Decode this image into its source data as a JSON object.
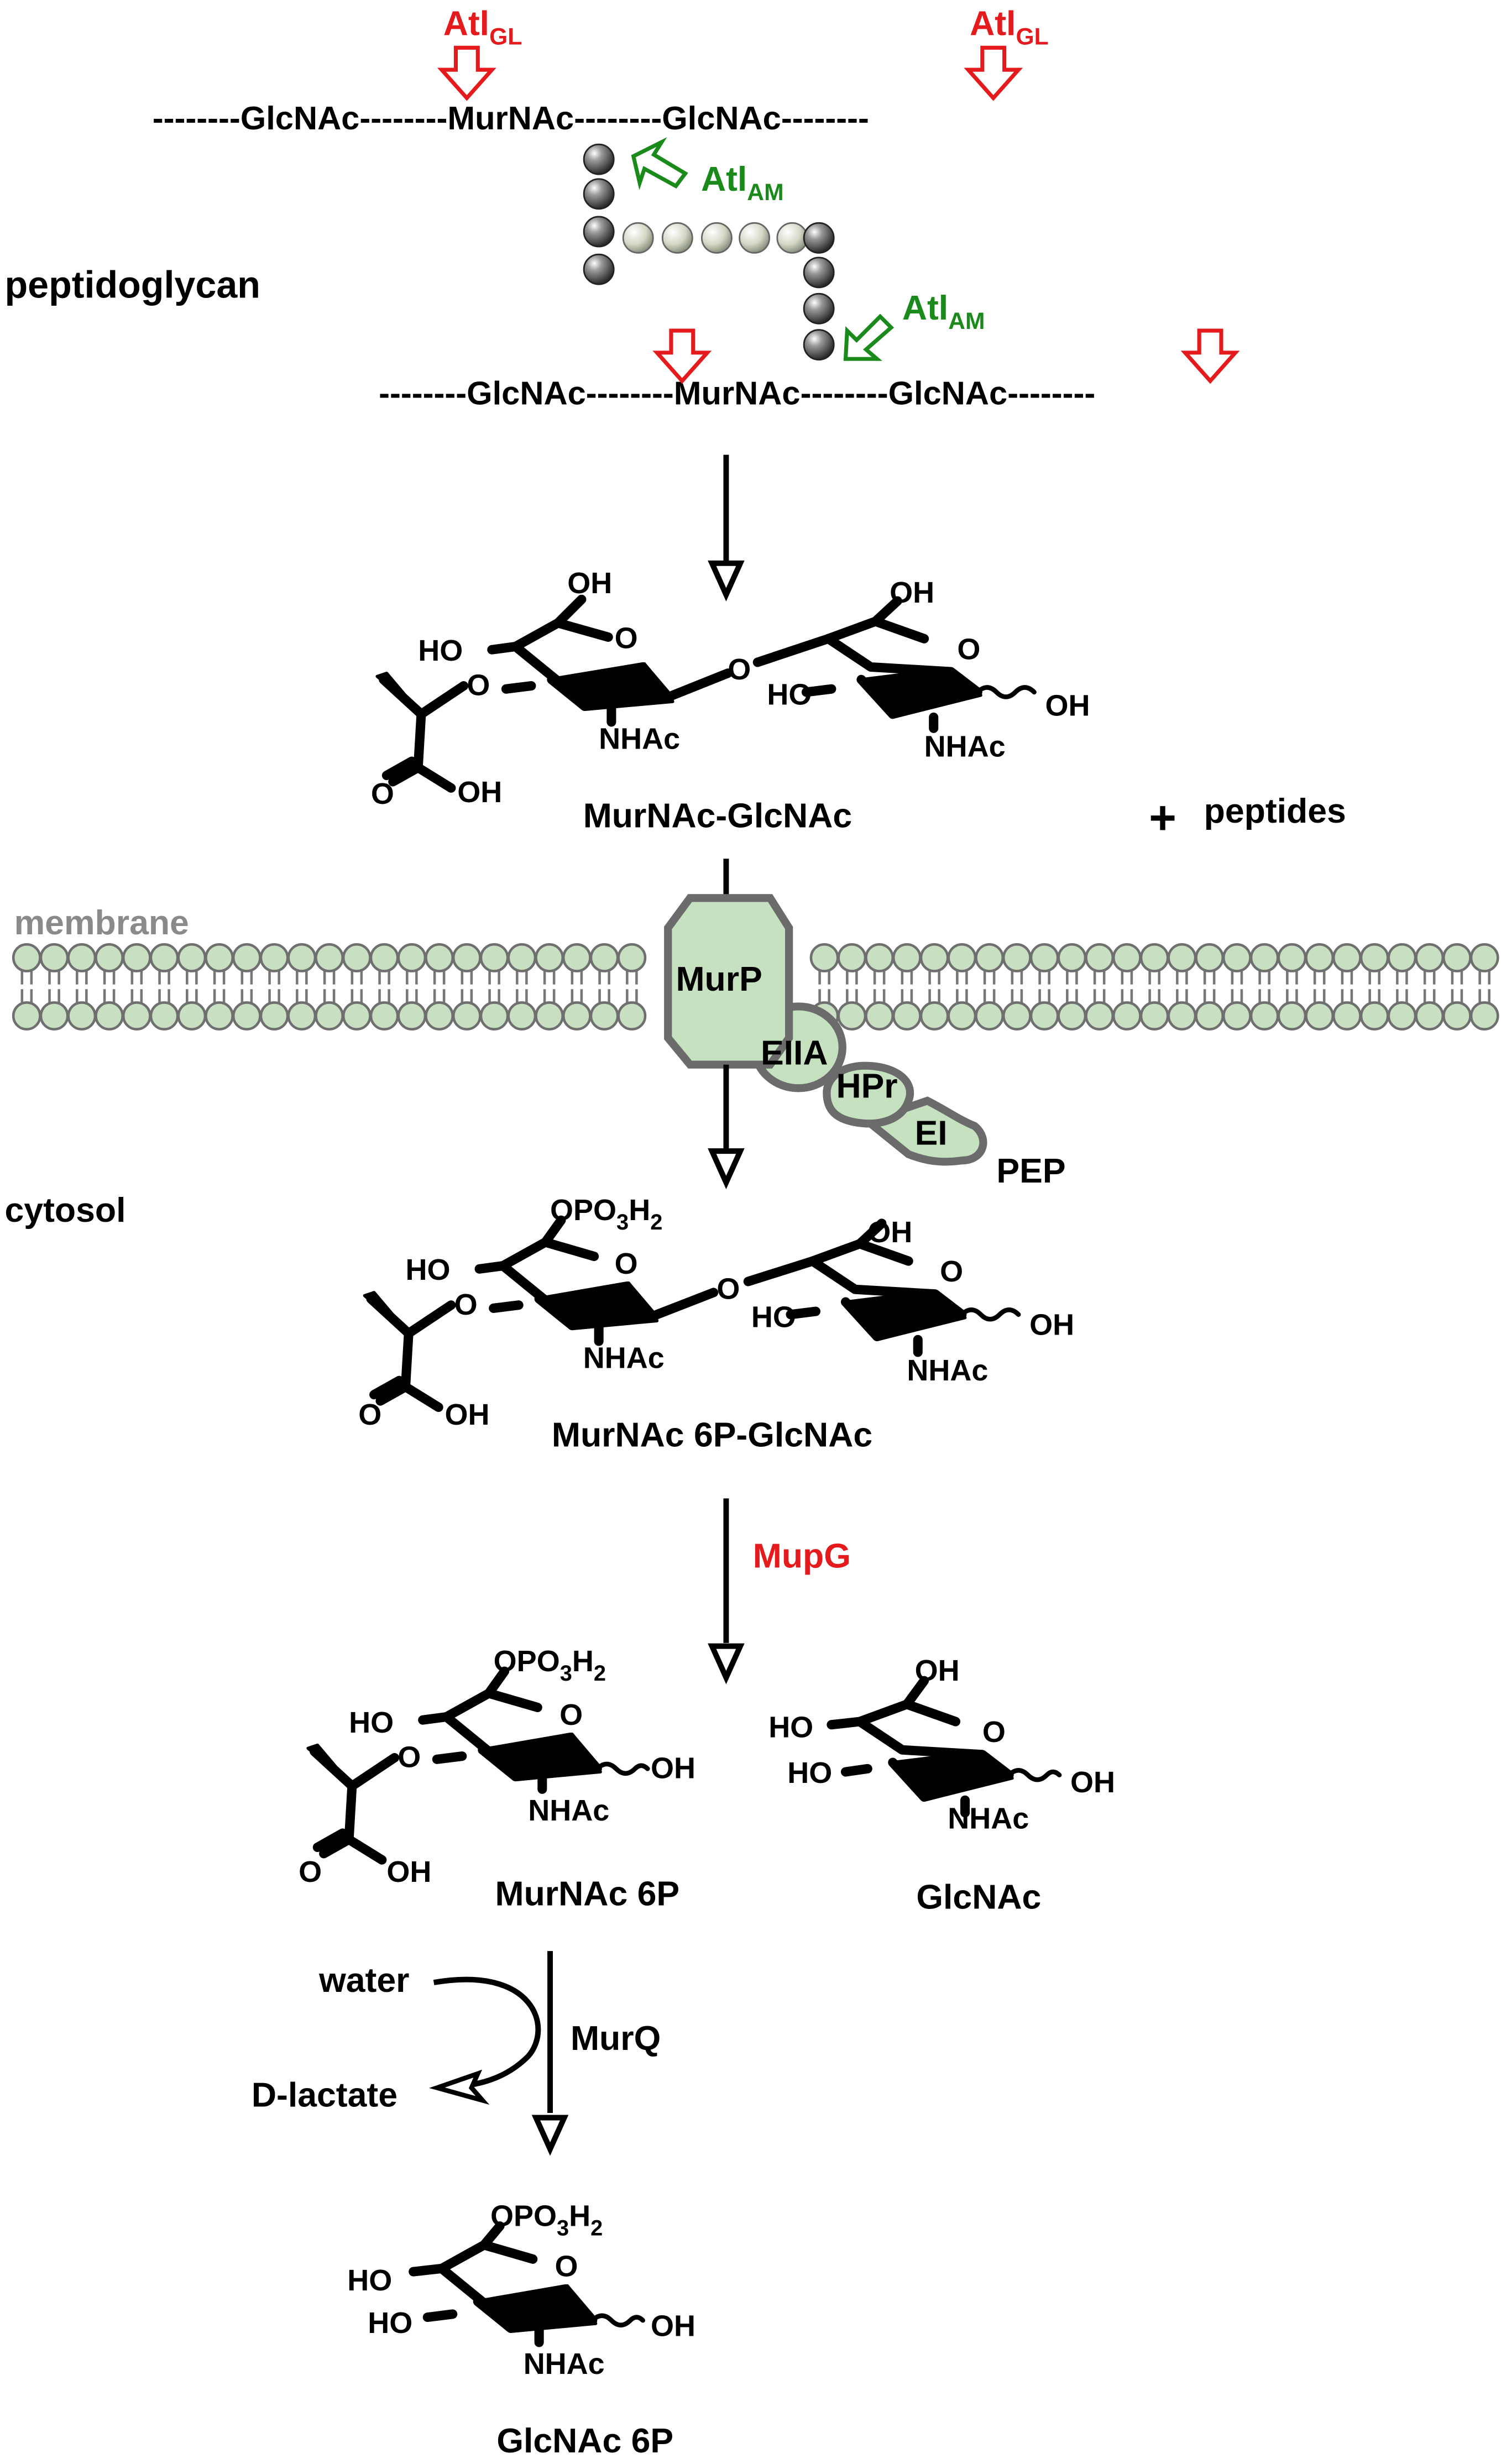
{
  "peptidoglycan": {
    "label": "peptidoglycan",
    "strand_top": "--------GlcNAc--------MurNAc--------GlcNAc--------",
    "strand_bottom": "--------GlcNAc--------MurNAc--------GlcNAc--------",
    "atl_gl": "Atl",
    "atl_gl_sub": "GL",
    "atl_am": "Atl",
    "atl_am_sub": "AM"
  },
  "disaccharide": {
    "name": "MurNAc-GlcNAc",
    "extra": "peptides",
    "plus": "+"
  },
  "compartments": {
    "membrane": "membrane",
    "cytosol": "cytosol"
  },
  "pts": {
    "murp": "MurP",
    "eiia": "EIIA",
    "hpr": "HPr",
    "ei": "EI",
    "pep": "PEP"
  },
  "phospho_disaccharide": {
    "name": "MurNAc 6P-GlcNAc"
  },
  "enzymes": {
    "mupg": "MupG",
    "murq": "MurQ",
    "water": "water",
    "dlactate": "D-lactate"
  },
  "products": {
    "murnac6p": "MurNAc 6P",
    "glcnac": "GlcNAc",
    "glcnac6p": "GlcNAc 6P"
  },
  "atoms": {
    "oh": "OH",
    "ho": "HO",
    "o": "O",
    "nhac": "NHAc",
    "opo": "OPO",
    "sub3": "3",
    "h": "H",
    "sub2": "2"
  },
  "colors": {
    "enzyme_red": "#e41a1c",
    "amidase_green": "#1a8a1a",
    "membrane_green": "#c8dfc2",
    "label_gray": "#8a8a8a"
  }
}
